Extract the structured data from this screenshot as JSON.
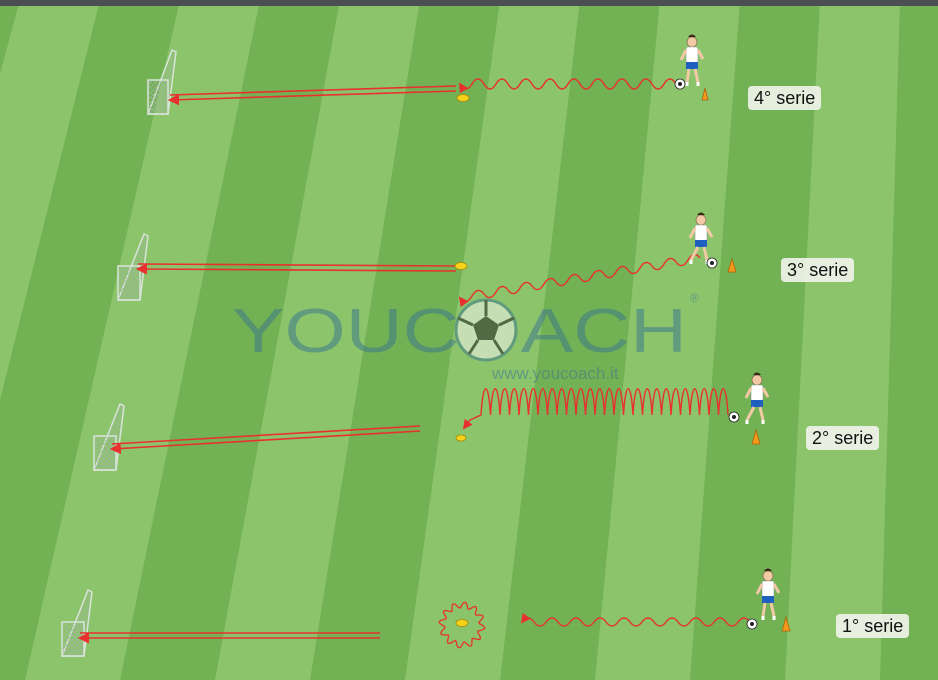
{
  "brand": {
    "logo_text": "YOUCOACH",
    "registered_mark": "®",
    "url": "www.youcoach.it"
  },
  "series": [
    {
      "label": "4° serie",
      "dribble": "wavy"
    },
    {
      "label": "3° serie",
      "dribble": "wavy"
    },
    {
      "label": "2° serie",
      "dribble": "zigzag"
    },
    {
      "label": "1° serie",
      "dribble": "wavy-circle"
    }
  ],
  "colors": {
    "grass_light": "#8cc46c",
    "grass_dark": "#72b154",
    "path_red": "#e8312f",
    "cone_orange": "#f39a1d",
    "marker_yellow": "#f7d21c",
    "watermark": "#3d7a8c"
  },
  "icons": [
    "goal-icon",
    "player-icon",
    "ball-icon",
    "cone-icon",
    "marker-icon",
    "arrow-icon"
  ]
}
